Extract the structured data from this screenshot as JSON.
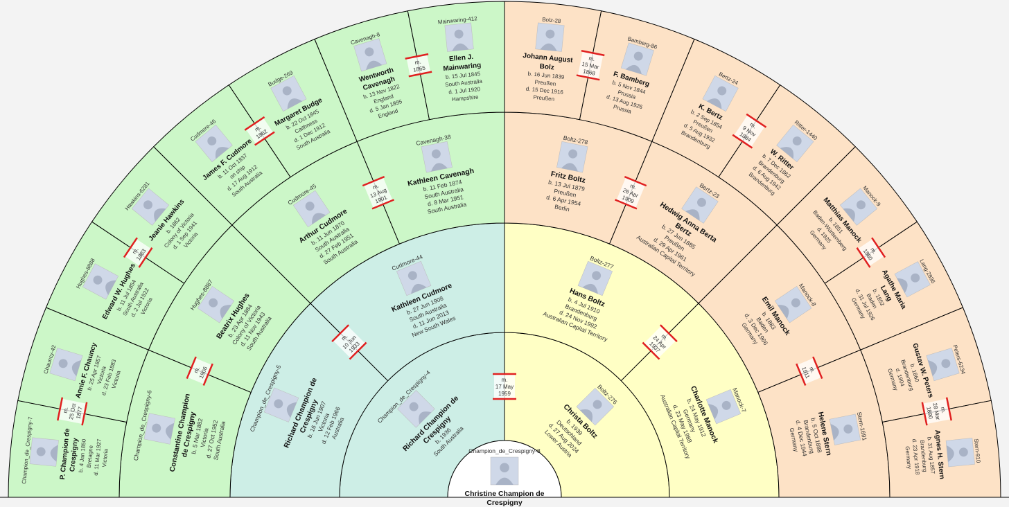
{
  "colors": {
    "paternal": "#cdeee6",
    "paternal_grand": "#ccf7c8",
    "maternal": "#ffffc5",
    "maternal_grand": "#fde2c6",
    "marriage": "#e02020",
    "line": "#000000",
    "photo_placeholder": "#cfd8e8"
  },
  "root": {
    "id": "Champion_de_Crespigny-8",
    "name_lines": [
      "Christine Champion de",
      "Crespigny"
    ]
  },
  "people": [
    {
      "key": "p1",
      "id": "Champion_de_Crespigny-4",
      "name": "Richard Champion de Crespigny",
      "lines": [
        "b. 1936",
        "South Australia"
      ]
    },
    {
      "key": "p2",
      "id": "Boltz-276",
      "name": "Christa Boltz",
      "lines": [
        "b. 1939",
        "Deutschland",
        "d. 27 Aug 2024",
        "Lower Austria"
      ]
    },
    {
      "key": "p3",
      "id": "Champion_de_Crespigny-5",
      "name": "Richard Champion de Crespigny",
      "lines": [
        "b. 16 Jun 1907",
        "Victoria",
        "d. 12 Feb 1966",
        "Australia"
      ]
    },
    {
      "key": "p4",
      "id": "Cudmore-44",
      "name": "Kathleen Cudmore",
      "lines": [
        "b. 27 Jun 1908",
        "South Australia",
        "d. 11 Jun 2013",
        "New South Wales"
      ]
    },
    {
      "key": "p5",
      "id": "Boltz-277",
      "name": "Hans Boltz",
      "lines": [
        "b. 4 Jul 1910",
        "Brandenburg",
        "d. 24 Nov 1992",
        "Australian Capital Territory"
      ]
    },
    {
      "key": "p6",
      "id": "Manock-7",
      "name": "Charlotte Manock",
      "lines": [
        "b. 24 May 1912",
        "Germany",
        "d. 23 May 1988",
        "Australian Capital Territory"
      ]
    },
    {
      "key": "p7",
      "id": "Champion_de_Crespigny-6",
      "name": "Constantine Champion de Crespigny",
      "lines": [
        "b. 5 Mar 1882",
        "Victoria",
        "d. 27 Oct 1952",
        "South Australia"
      ]
    },
    {
      "key": "p8",
      "id": "Hughes-8887",
      "name": "Beatrix Hughes",
      "lines": [
        "b. 23 Apr 1884",
        "Colony of Victoria",
        "d. 11 Nov 1943",
        "South Australia"
      ]
    },
    {
      "key": "p9",
      "id": "Cudmore-45",
      "name": "Arthur Cudmore",
      "lines": [
        "b. 11 Jun 1870",
        "South Australia",
        "d. 27 Feb 1951",
        "South Australia"
      ]
    },
    {
      "key": "p10",
      "id": "Cavenagh-38",
      "name": "Kathleen Cavenagh",
      "lines": [
        "b. 11 Feb 1874",
        "South Australia",
        "d. 8 Mar 1951",
        "South Australia"
      ]
    },
    {
      "key": "p11",
      "id": "Boltz-278",
      "name": "Fritz Boltz",
      "lines": [
        "b. 13 Jul 1879",
        "Preußen",
        "d. 6 Apr 1954",
        "Berlin"
      ]
    },
    {
      "key": "p12",
      "id": "Bertz-23",
      "name": "Hedwig Anna Berta Bertz",
      "lines": [
        "b. 27 Jun 1885",
        "Preußen",
        "d. 29 Apr 1961",
        "Australian Capital Territory"
      ]
    },
    {
      "key": "p13",
      "id": "Manock-8",
      "name": "Emil Manock",
      "lines": [
        "b. 1883",
        "Baden",
        "d. 3 Dec 1966",
        "Germany"
      ]
    },
    {
      "key": "p14",
      "id": "Stern-1691",
      "name": "Helene Stern",
      "lines": [
        "b. 5 Oct 1888",
        "Brandenburg",
        "d. 4 Dec 1944",
        "Germany"
      ]
    },
    {
      "key": "p15",
      "id": "Champion_de_Crespigny-7",
      "name": "P. Champion de Crespigny",
      "lines": [
        "b. 4 Jan 1850",
        "Bretagne",
        "d. 11 Mar 1927",
        "Victoria"
      ]
    },
    {
      "key": "p16",
      "id": "Chauncy-42",
      "name": "Annie F. Chauncy",
      "lines": [
        "b. 25 Apr 1857",
        "Victoria",
        "d. 23 Feb 1883",
        "Victoria"
      ]
    },
    {
      "key": "p17",
      "id": "Hughes-8888",
      "name": "Edward W. Hughes",
      "lines": [
        "b. 11 Jul 1854",
        "South Australia",
        "d. 2 Jul 1922",
        "Victoria"
      ]
    },
    {
      "key": "p18",
      "id": "Hawkins-6281",
      "name": "Jeanie Hawkins",
      "lines": [
        "b. 1862",
        "Colony of Victoria",
        "d. 1 Sep 1941",
        "Victoria"
      ]
    },
    {
      "key": "p19",
      "id": "Cudmore-46",
      "name": "James F. Cudmore",
      "lines": [
        "b. 11 Oct 1837",
        "on ship",
        "d. 17 Aug 1912",
        "South Australia"
      ]
    },
    {
      "key": "p20",
      "id": "Budge-269",
      "name": "Margaret Budge",
      "lines": [
        "b. 22 Oct 1845",
        "Caithness",
        "d. 1 Dec 1912",
        "South Australia"
      ]
    },
    {
      "key": "p21",
      "id": "Cavenagh-8",
      "name": "Wentworth Cavenagh",
      "lines": [
        "b. 13 Nov 1822",
        "England",
        "d. 5 Jan 1895",
        "England"
      ]
    },
    {
      "key": "p22",
      "id": "Mainwaring-412",
      "name": "Ellen J. Mainwaring",
      "lines": [
        "b. 15 Jul 1845",
        "South Australia",
        "d. 1 Jul 1920",
        "Hampshire"
      ]
    },
    {
      "key": "p23",
      "id": "Bolz-28",
      "name": "Johann August Bolz",
      "lines": [
        "b. 16 Jun 1839",
        "Preußen",
        "d. 15 Dec 1916",
        "Preußen"
      ]
    },
    {
      "key": "p24",
      "id": "Bamberg-86",
      "name": "F. Bamberg",
      "lines": [
        "b. 5 Nov 1844",
        "Prussia",
        "d. 13 Aug 1926",
        "Prussia"
      ]
    },
    {
      "key": "p25",
      "id": "Bertz-24",
      "name": "K. Bertz",
      "lines": [
        "b. 2 Sep 1854",
        "Preußen",
        "d. 5 Aug 1932",
        "Brandenburg"
      ]
    },
    {
      "key": "p26",
      "id": "Ritter-1440",
      "name": "W. Ritter",
      "lines": [
        "b. 7 Dec 1862",
        "Brandenburg",
        "d. 6 Aug 1942",
        "Brandenburg"
      ]
    },
    {
      "key": "p27",
      "id": "Manock-9",
      "name": "Matthias Manock",
      "lines": [
        "b. 1851",
        "Baden-Württemberg",
        "d. 1925",
        "Germany"
      ]
    },
    {
      "key": "p28",
      "id": "Lang-2836",
      "name": "Agathe Maria Lang",
      "lines": [
        "b. 1852",
        "Baden",
        "d. 31 Jul 1926",
        "Germany"
      ]
    },
    {
      "key": "p29",
      "id": "Peters-6234",
      "name": "Gustav W. Peters",
      "lines": [
        "b. 1860",
        "Brandenburg",
        "d. 1904",
        "Germany"
      ]
    },
    {
      "key": "p30",
      "id": "Stern-910",
      "name": "Agnes H. Stern",
      "lines": [
        "b. 31 Aug 1857",
        "Brandenburg",
        "d. 23 Apr 1918",
        "Germany"
      ]
    }
  ],
  "marriages": [
    {
      "key": "m1",
      "lines": [
        "m.",
        "17 May",
        "1959"
      ]
    },
    {
      "key": "m2",
      "lines": [
        "m.",
        "10 Jun",
        "1933"
      ]
    },
    {
      "key": "m3",
      "lines": [
        "m.",
        "24 Apr",
        "1937"
      ]
    },
    {
      "key": "m4",
      "lines": [
        "m.",
        "1906"
      ]
    },
    {
      "key": "m5",
      "lines": [
        "m.",
        "13 Aug",
        "1901"
      ]
    },
    {
      "key": "m6",
      "lines": [
        "m.",
        "26 Apr",
        "1909"
      ]
    },
    {
      "key": "m7",
      "lines": [
        "m.",
        "1911"
      ]
    },
    {
      "key": "m8",
      "lines": [
        "m.",
        "25 Oct",
        "1877"
      ]
    },
    {
      "key": "m9",
      "lines": [
        "m.",
        "1883"
      ]
    },
    {
      "key": "m10",
      "lines": [
        "m.",
        "1862"
      ]
    },
    {
      "key": "m11",
      "lines": [
        "m.",
        "1865"
      ]
    },
    {
      "key": "m12",
      "lines": [
        "m.",
        "15 Mar",
        "1868"
      ]
    },
    {
      "key": "m13",
      "lines": [
        "m.",
        "9 Nov",
        "1884"
      ]
    },
    {
      "key": "m14",
      "lines": [
        "m.",
        "1880"
      ]
    },
    {
      "key": "m15",
      "lines": [
        "m.",
        "28 Mar",
        "1890"
      ]
    }
  ]
}
